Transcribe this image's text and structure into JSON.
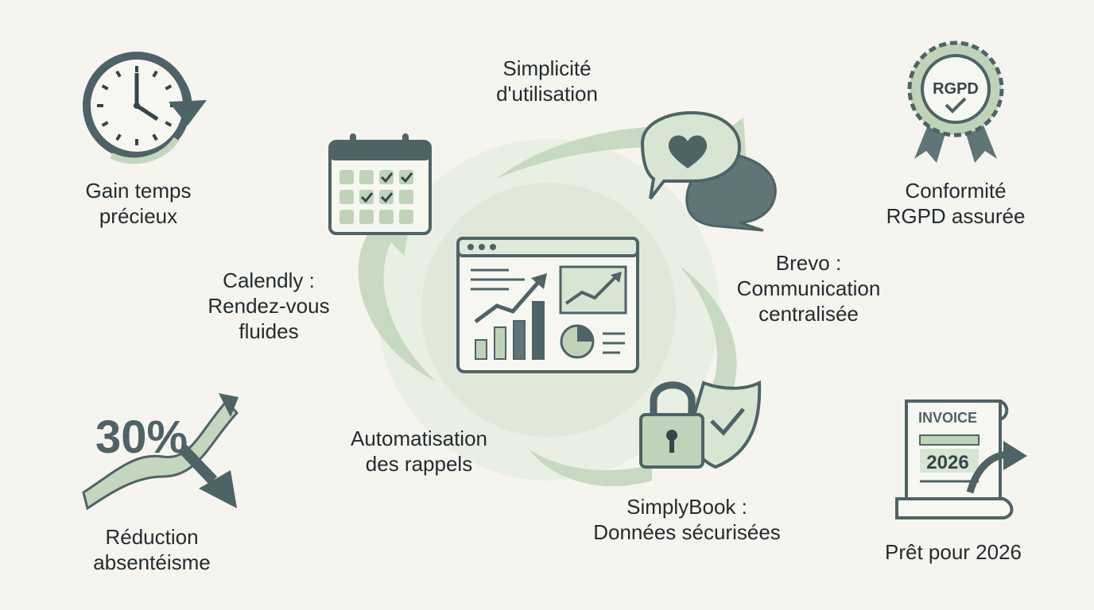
{
  "palette": {
    "dark": "#4e6366",
    "darkest": "#35464a",
    "sage": "#bfd3b9",
    "sage_light": "#d8e5d2",
    "bg": "#f5f4ee",
    "text": "#222c31"
  },
  "icons": [
    "clock-icon",
    "calendar-icon",
    "chat-heart-icon",
    "rgpd-badge-icon",
    "dashboard-icon",
    "lock-shield-icon",
    "chart-arrows-icon",
    "invoice-icon"
  ],
  "labels": {
    "gain": [
      "Gain temps",
      "précieux"
    ],
    "simplicite": [
      "Simplicité",
      "d'utilisation"
    ],
    "rgpd": [
      "Conformité",
      "RGPD assurée"
    ],
    "calendly": [
      "Calendly :",
      "Rendez-vous",
      "fluides"
    ],
    "brevo": [
      "Brevo :",
      "Communication",
      "centralisée"
    ],
    "automatisation": [
      "Automatisation",
      "des rappels"
    ],
    "simplybook": [
      "SimplyBook :",
      "Données sécurisées"
    ],
    "reduction": [
      "Réduction",
      "absentéisme"
    ],
    "pret": [
      "Prêt pour 2026"
    ]
  },
  "icon_text": {
    "badge": "RGPD",
    "percent": "30%",
    "invoice_title": "INVOICE",
    "invoice_year": "2026"
  }
}
